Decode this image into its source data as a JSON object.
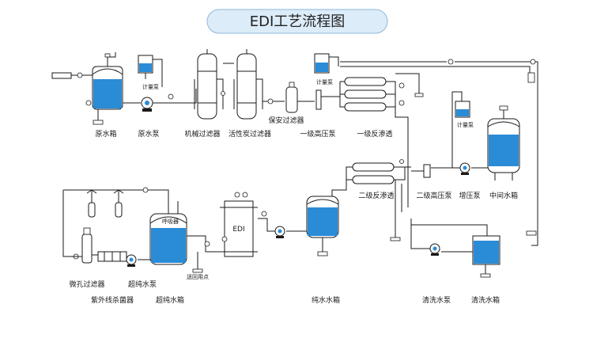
{
  "title": "EDI工艺流程图",
  "colors": {
    "water": "#2a8bd6",
    "title_box": "#dcecf8",
    "line": "#1a1a1a"
  },
  "labels": {
    "raw_tank": "原水箱",
    "raw_pump": "原水泵",
    "mech_filter": "机械过滤器",
    "carbon_filter": "活性炭过滤器",
    "security_filter": "保安过滤器",
    "hp_pump1": "一级高压泵",
    "ro1": "一级反渗透",
    "dosing1": "计量泵",
    "dosing2": "计量泵",
    "dosing3": "计量泵",
    "ro2": "二级反渗透",
    "hp_pump2": "二级高压泵",
    "booster_pump": "增压泵",
    "mid_tank": "中间水箱",
    "micro_filter": "微孔过滤器",
    "uv": "紫外线杀菌器",
    "ultra_pump": "超纯水泵",
    "ultra_tank": "超纯水箱",
    "edi": "EDI",
    "pure_tank": "纯水水箱",
    "clean_pump": "清洗水泵",
    "clean_tank": "清洗水箱",
    "vent": "呼吸器",
    "return_mark": "送回用点"
  }
}
